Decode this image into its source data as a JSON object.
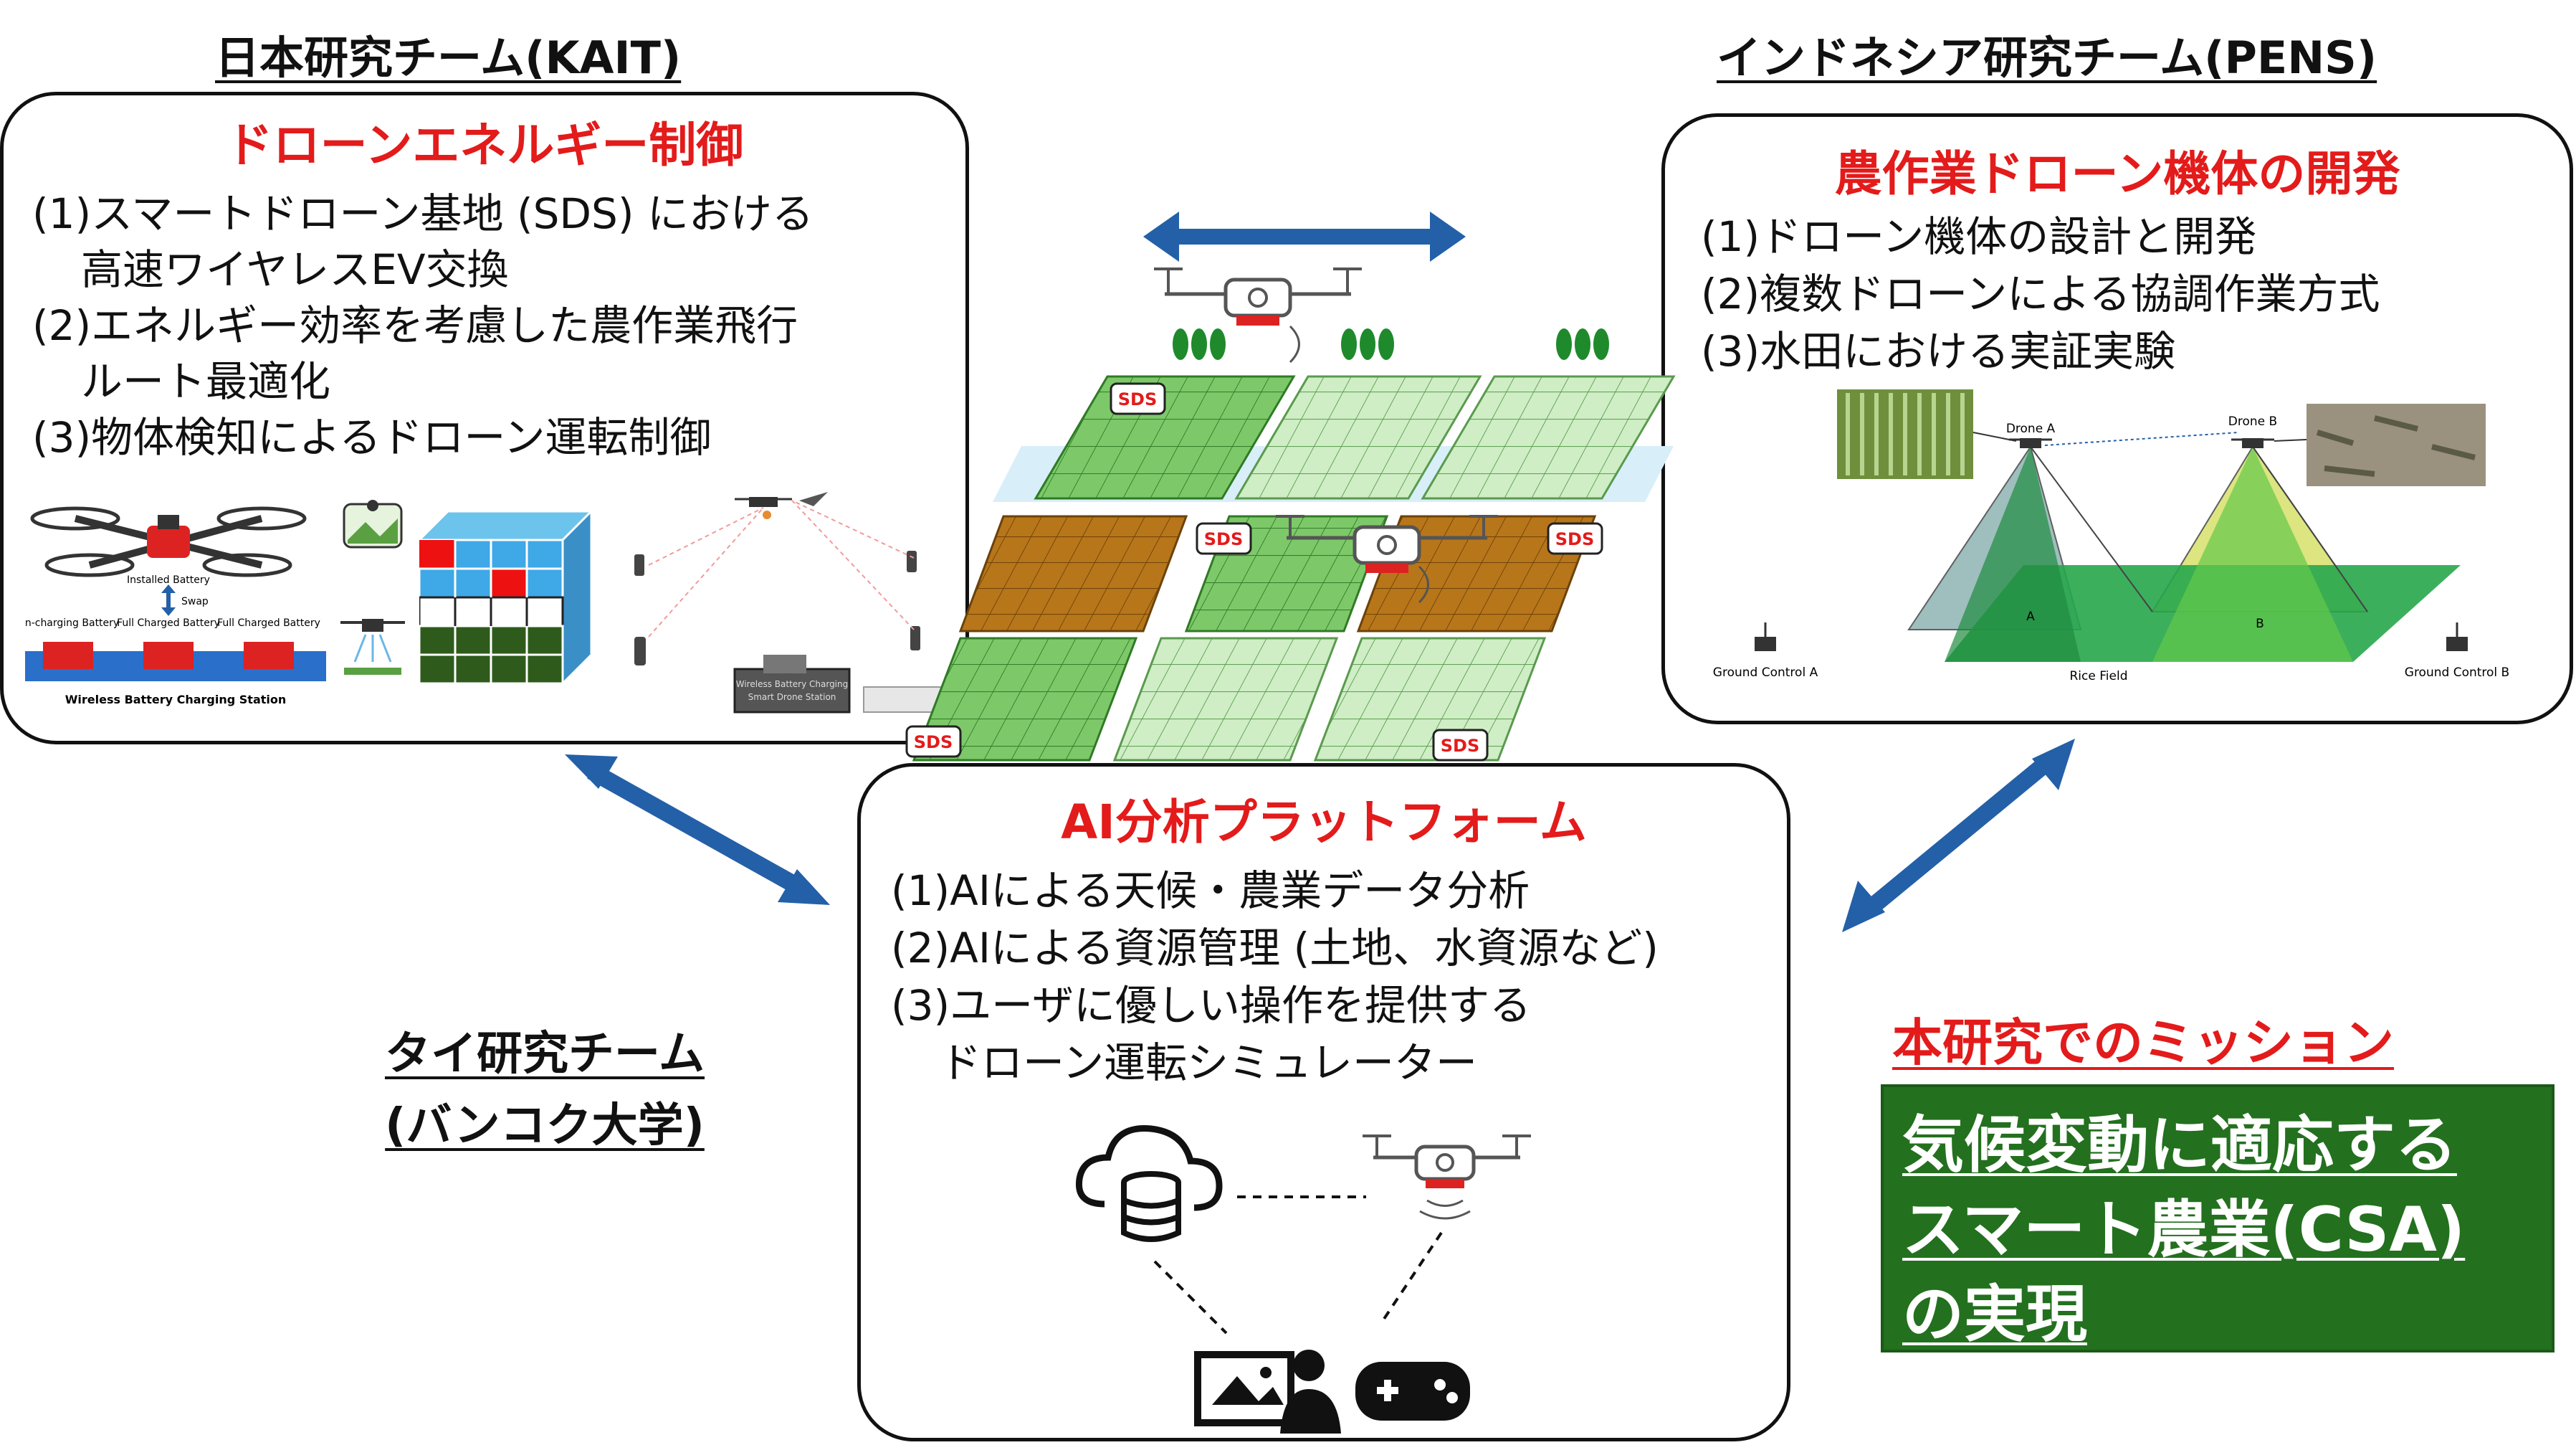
{
  "japan": {
    "team_title": "日本研究チーム(KAIT)",
    "panel_title": "ドローンエネルギー制御",
    "items": [
      "(1)スマートドローン基地 (SDS) における",
      "高速ワイヤレスEV交換",
      "(2)エネルギー効率を考慮した農作業飛行",
      "ルート最適化",
      "(3)物体検知によるドローン運転制御"
    ],
    "figure_labels": {
      "installed_battery": "Installed Battery",
      "swap": "Swap",
      "on_charging": "On-charging Battery",
      "full_charged_1": "Full Charged Battery",
      "full_charged_2": "Full Charged Battery",
      "station": "Wireless Battery Charging Station",
      "station_box": "Wireless Battery Charging",
      "station_box_2": "Smart Drone Station"
    }
  },
  "indonesia": {
    "team_title": "インドネシア研究チーム(PENS)",
    "panel_title": "農作業ドローン機体の開発",
    "items": [
      "(1)ドローン機体の設計と開発",
      "(2)複数ドローンによる協調作業方式",
      "(3)水田における実証実験"
    ],
    "figure_labels": {
      "drone_a": "Drone A",
      "drone_b": "Drone B",
      "area_a": "A",
      "area_b": "B",
      "ground_a": "Ground Control A",
      "ground_b": "Ground Control B",
      "rice_field": "Rice Field"
    }
  },
  "center": {
    "sds_label": "SDS",
    "panel_title": "AI分析プラットフォーム",
    "items": [
      "(1)AIによる天候・農業データ分析",
      "(2)AIによる資源管理 (土地、水資源など)",
      "(3)ユーザに優しい操作を提供する",
      "ドローン運転シミュレーター"
    ]
  },
  "thailand": {
    "team_title_line1": "タイ研究チーム",
    "team_title_line2": "(バンコク大学)"
  },
  "mission": {
    "title": "本研究でのミッション",
    "lines": [
      "気候変動に適応する",
      "スマート農業(CSA)",
      "の実現"
    ]
  },
  "colors": {
    "accent_red": "#e31b1b",
    "arrow_blue": "#2360a8",
    "mission_green": "#23701f",
    "field_green": "#7dc96a",
    "field_light": "#cfeec5",
    "field_brown": "#b8761a"
  },
  "icons": [
    "cloud-database-icon",
    "drone-icon",
    "monitor-user-icon",
    "game-controller-icon"
  ]
}
